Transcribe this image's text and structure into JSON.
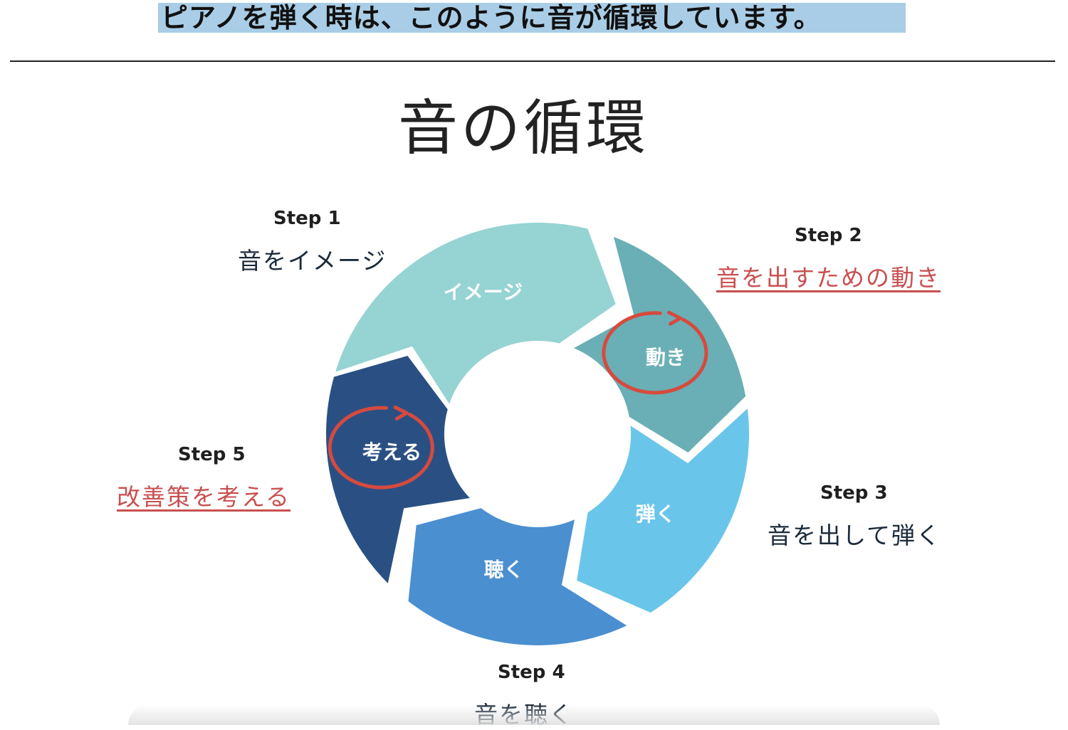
{
  "header": {
    "text": "ピアノを弾く時は、このように音が循環しています。",
    "banner_color": "#a9cde6"
  },
  "diagram": {
    "title": "音の循環",
    "segments": [
      {
        "label": "イメージ",
        "color": "#96d3d3"
      },
      {
        "label": "動き",
        "color": "#6aafb5",
        "circled": true
      },
      {
        "label": "弾く",
        "color": "#6ac5ea"
      },
      {
        "label": "聴く",
        "color": "#4a8fd0"
      },
      {
        "label": "考える",
        "color": "#2a5083",
        "circled": true
      }
    ],
    "annotation_color": "#d64a3e"
  },
  "steps": [
    {
      "heading": "Step 1",
      "description": "音をイメージ",
      "highlighted": false
    },
    {
      "heading": "Step 2",
      "description": "音を出すための動き",
      "highlighted": true
    },
    {
      "heading": "Step 3",
      "description": "音を出して弾く",
      "highlighted": false
    },
    {
      "heading": "Step 4",
      "description": "音を聴く",
      "highlighted": false
    },
    {
      "heading": "Step 5",
      "description": "改善策を考える",
      "highlighted": true
    }
  ]
}
